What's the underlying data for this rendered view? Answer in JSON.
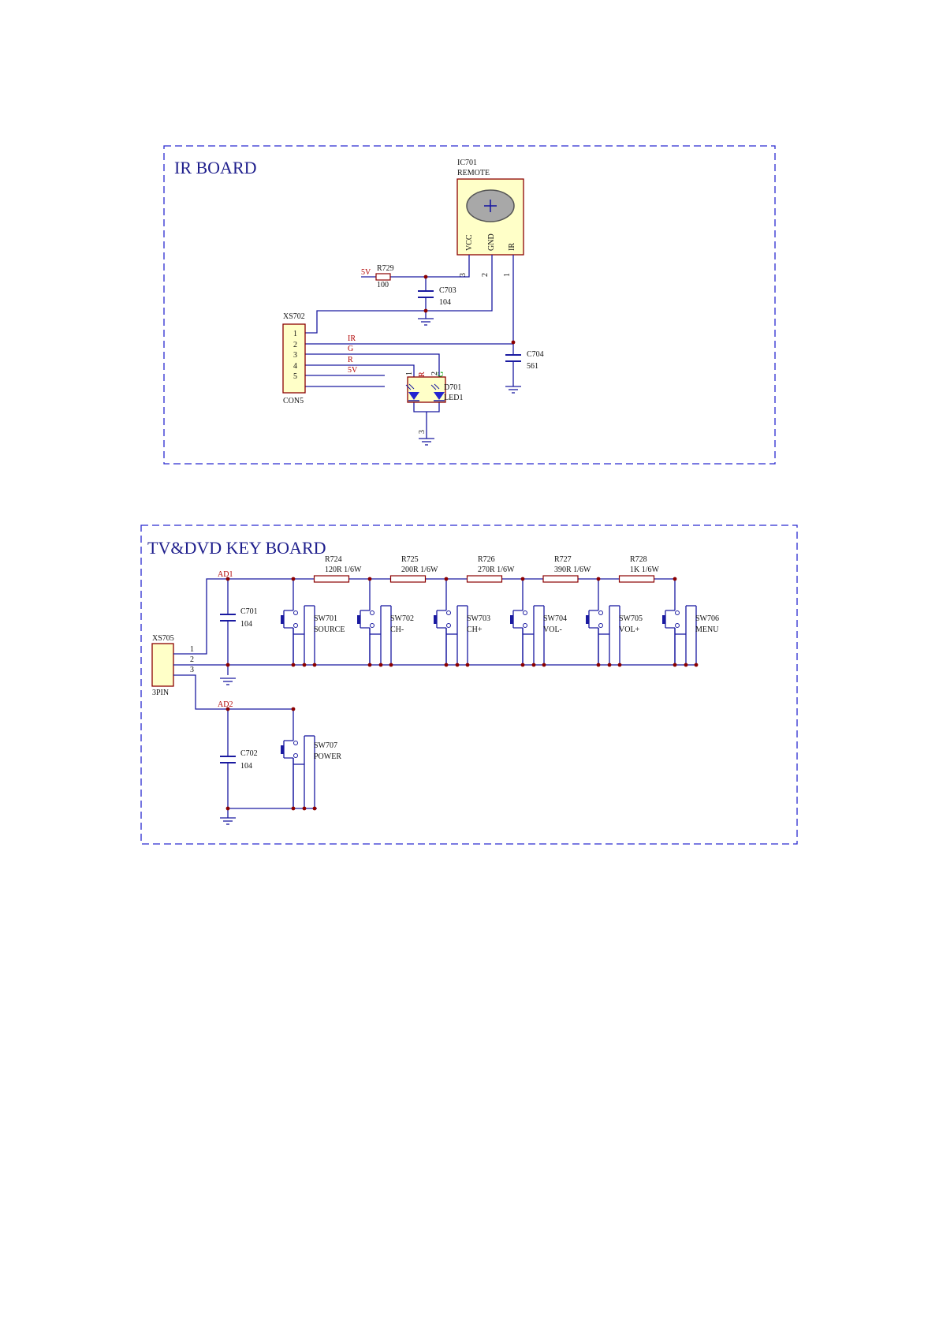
{
  "ir_board": {
    "title": "IR BOARD",
    "ic": {
      "ref": "IC701",
      "value": "REMOTE",
      "pins": [
        "VCC",
        "GND",
        "IR"
      ],
      "pin_numbers": [
        "3",
        "2",
        "1"
      ]
    },
    "r729": {
      "ref": "R729",
      "value": "100",
      "net": "5V"
    },
    "c703": {
      "ref": "C703",
      "value": "104"
    },
    "c704": {
      "ref": "C704",
      "value": "561"
    },
    "connector": {
      "ref": "XS702",
      "type": "CON5",
      "pins": [
        "1",
        "2",
        "3",
        "4",
        "5"
      ],
      "signals": [
        "IR",
        "G",
        "R",
        "5V"
      ]
    },
    "led": {
      "ref": "D701",
      "value": "LED1",
      "pin_labels": [
        "R",
        "G"
      ],
      "pin_numbers": [
        "1",
        "2",
        "3"
      ]
    }
  },
  "key_board": {
    "title": "TV&DVD KEY BOARD",
    "connector": {
      "ref": "XS705",
      "type": "3PIN",
      "pins": [
        "1",
        "2",
        "3"
      ]
    },
    "nets": [
      "AD1",
      "AD2"
    ],
    "c701": {
      "ref": "C701",
      "value": "104"
    },
    "c702": {
      "ref": "C702",
      "value": "104"
    },
    "resistors": [
      {
        "ref": "R724",
        "value": "120R 1/6W"
      },
      {
        "ref": "R725",
        "value": "200R 1/6W"
      },
      {
        "ref": "R726",
        "value": "270R 1/6W"
      },
      {
        "ref": "R727",
        "value": "390R 1/6W"
      },
      {
        "ref": "R728",
        "value": "1K 1/6W"
      }
    ],
    "switches": [
      {
        "ref": "SW701",
        "label": "SOURCE"
      },
      {
        "ref": "SW702",
        "label": "CH-"
      },
      {
        "ref": "SW703",
        "label": "CH+"
      },
      {
        "ref": "SW704",
        "label": "VOL-"
      },
      {
        "ref": "SW705",
        "label": "VOL+"
      },
      {
        "ref": "SW706",
        "label": "MENU"
      },
      {
        "ref": "SW707",
        "label": "POWER"
      }
    ]
  },
  "colors": {
    "wire": "#1a1aa0",
    "net_label": "#b00000",
    "junction": "#8b0000",
    "part_fill": "#ffffc8",
    "title": "#1e1e8c"
  }
}
